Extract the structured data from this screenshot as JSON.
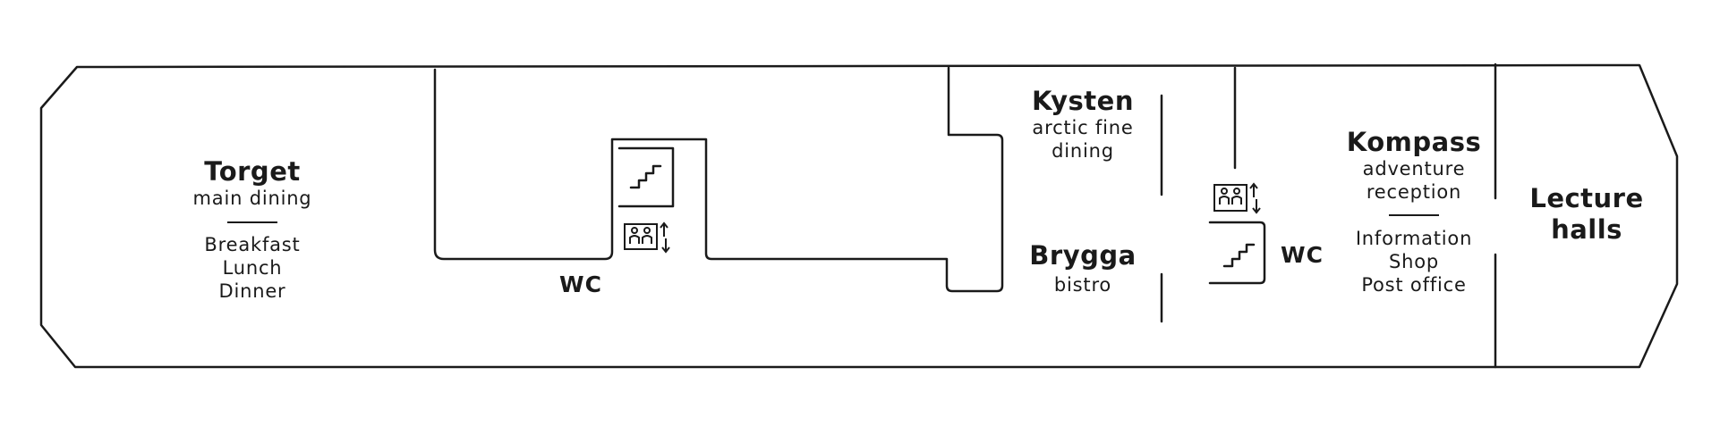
{
  "venues": {
    "torget": {
      "name": "Torget",
      "subtitle": "main dining",
      "services": [
        "Breakfast",
        "Lunch",
        "Dinner"
      ]
    },
    "kysten": {
      "name": "Kysten",
      "subtitle_lines": [
        "arctic fine",
        "dining"
      ]
    },
    "brygga": {
      "name": "Brygga",
      "subtitle": "bistro"
    },
    "kompass": {
      "name": "Kompass",
      "subtitle_lines": [
        "adventure",
        "reception"
      ],
      "services": [
        "Information",
        "Shop",
        "Post office"
      ]
    },
    "lecture": {
      "name_lines": [
        "Lecture",
        "halls"
      ]
    }
  },
  "restrooms": {
    "wc_label": "WC"
  },
  "icons": {
    "stairs": "stairs-icon",
    "elevator": "elevator-icon"
  },
  "colors": {
    "line": "#1a1a1a",
    "background": "#ffffff"
  }
}
